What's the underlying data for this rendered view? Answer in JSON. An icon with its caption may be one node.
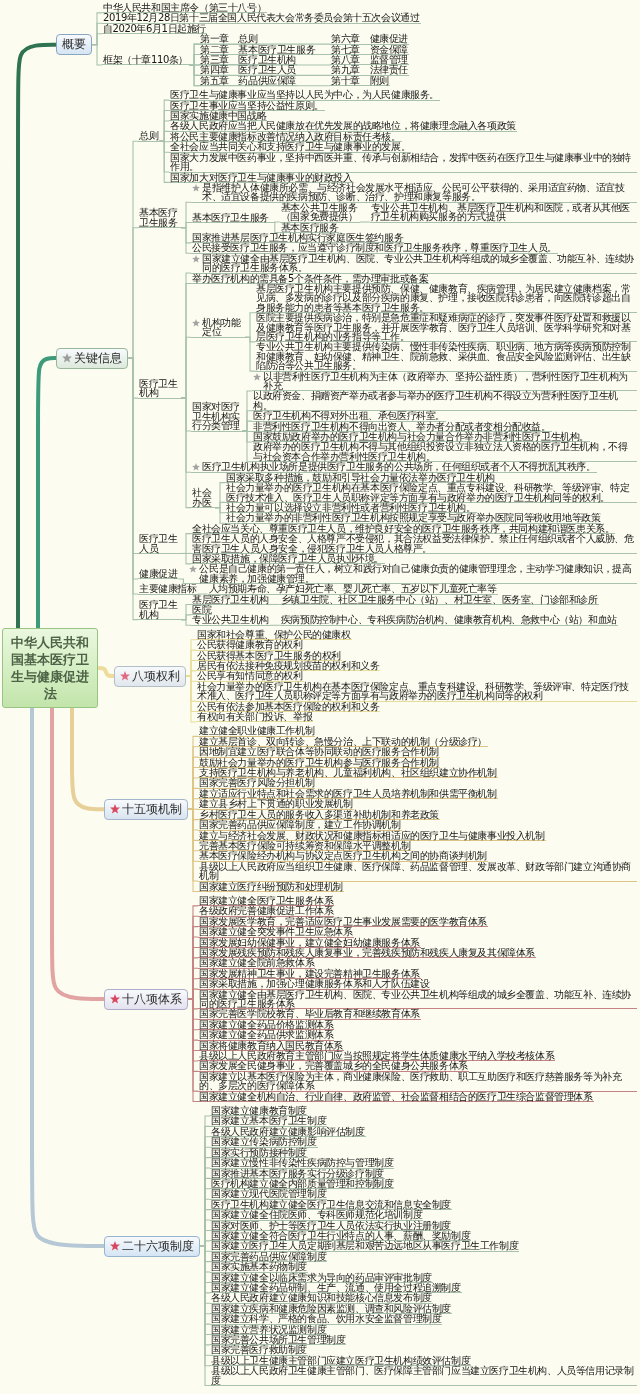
{
  "diagram": {
    "nodes": [
      {
        "text": [
          "中华人民共和国基本医疗卫生与健康促进法"
        ]
      },
      {
        "text": [
          "概要"
        ]
      },
      {
        "text": [
          "中华人民共和国主席令（第三十八号）"
        ]
      },
      {
        "text": [
          "2019年12月28日第十三届全国人民代表大会常务委员会第十五次会议通过"
        ]
      },
      {
        "text": [
          "自2020年6月1日起施行"
        ]
      },
      {
        "text": [
          "框架（十章110条）"
        ]
      },
      {
        "text": [
          "第一章　总则"
        ]
      },
      {
        "text": [
          "第二章　基本医疗卫生服务"
        ]
      },
      {
        "text": [
          "第三章　医疗卫生机构"
        ]
      },
      {
        "text": [
          "第四章　医疗卫生人员"
        ]
      },
      {
        "text": [
          "第五章　药品供应保障"
        ]
      },
      {
        "text": [
          "第六章　健康促进"
        ]
      },
      {
        "text": [
          "第七章　资金保障"
        ]
      },
      {
        "text": [
          "第八章　监督管理"
        ]
      },
      {
        "text": [
          "第九章　法律责任"
        ]
      },
      {
        "text": [
          "第十章　附则"
        ]
      },
      {
        "text": [
          "关键信息"
        ]
      },
      {
        "text": [
          "总则"
        ]
      },
      {
        "text": [
          "医疗卫生与健康事业应当坚持以人民为中心，为人民健康服务。"
        ]
      },
      {
        "text": [
          "医疗卫生事业应当坚持公益性原则。"
        ]
      },
      {
        "text": [
          "国家实施健康中国战略"
        ]
      },
      {
        "text": [
          "各级人民政府应当把人民健康放在优先发展的战略地位，将健康理念融入各项政策"
        ]
      },
      {
        "text": [
          "将公民主要健康指标改善情况纳入政府目标责任考核。"
        ]
      },
      {
        "text": [
          "全社会应当共同关心和支持医疗卫生与健康事业的发展。"
        ]
      },
      {
        "text": [
          "国家大力发展中医药事业，坚持中西医并重、传承与创新相结合，发挥中医药在医疗卫生与健康事业中的独特作用。"
        ]
      },
      {
        "text": [
          "国家加大对医疗卫生与健康事业的财政投入"
        ]
      },
      {
        "text": [
          "基本医疗卫生服务"
        ]
      },
      {
        "text": [
          "是指维护人体健康所必需、与经济社会发展水平相适应、公民可公平获得的、采用适宜药物、适宜技术、适宜设备提供的疾病预防、诊断、治疗、护理和康复等服务。"
        ]
      },
      {
        "text": [
          "基本医疗卫生服务"
        ]
      },
      {
        "text": [
          "基本公共卫生服务（国家免费提供）"
        ]
      },
      {
        "text": [
          "专业公共卫生机构、基层医疗卫生机构和医院，或者从其他医疗卫生机构购买服务的方式提供"
        ]
      },
      {
        "text": [
          "基本医疗服务"
        ]
      },
      {
        "text": [
          "国家推进基层医疗卫生机构实行家庭医生签约服务"
        ]
      },
      {
        "text": [
          "公民接受医疗卫生服务，应当遵守诊疗制度和医疗卫生服务秩序，尊重医疗卫生人员。"
        ]
      },
      {
        "text": [
          "医疗卫生机构"
        ]
      },
      {
        "text": [
          "国家建立健全由基层医疗卫生机构、医院、专业公共卫生机构等组成的城乡全覆盖、功能互补、连续协同的医疗卫生服务体系。"
        ]
      },
      {
        "text": [
          "举办医疗机构的需具备5个条件条件，需办理审批或备案"
        ]
      },
      {
        "text": [
          "机构功能定位"
        ]
      },
      {
        "text": [
          "基层医疗卫生机构主要提供预防、保健、健康教育、疾病管理，为居民建立健康档案，常见病、多发病的诊疗以及部分疾病的康复、护理，接收医院转诊患者，向医院转诊超出自身服务能力的患者等基本医疗卫生服务。"
        ]
      },
      {
        "text": [
          "医院主要提供疾病诊治，特别是急危重症和疑难病症的诊疗，突发事件医疗处置和救援以及健康教育等医疗卫生服务，并开展医学教育、医疗卫生人员培训、医学科学研究和对基层医疗卫生机构的业务指导等工作。"
        ]
      },
      {
        "text": [
          "专业公共卫生机构主要提供传染病、慢性非传染性疾病、职业病、地方病等疾病预防控制和健康教育、妇幼保健、精神卫生、院前急救、采供血、食品安全风险监测评估、出生缺陷防治等公共卫生服务。"
        ]
      },
      {
        "text": [
          "国家对医疗卫生机构实行分类管理"
        ]
      },
      {
        "text": [
          "以非营利性医疗卫生机构为主体（政府举办、坚持公益性质），营利性医疗卫生机构为补充"
        ]
      },
      {
        "text": [
          "以政府资金、捐赠资产举办或者参与举办的医疗卫生机构不得设立为营利性医疗卫生机构。"
        ]
      },
      {
        "text": [
          "医疗卫生机构不得对外出租、承包医疗科室。"
        ]
      },
      {
        "text": [
          "非营利性医疗卫生机构不得向出资人、举办者分配或者变相分配收益。"
        ]
      },
      {
        "text": [
          "国家鼓励政府举办的医疗卫生机构与社会力量合作举办非营利性医疗卫生机构。"
        ]
      },
      {
        "text": [
          "政府举办的医疗卫生机构不得与其他组织投资设立非独立法人资格的医疗卫生机构，不得与社会资本合作举办营利性医疗卫生机构。"
        ]
      },
      {
        "text": [
          "医疗卫生机构执业场所是提供医疗卫生服务的公共场所，任何组织或者个人不得扰乱其秩序。"
        ]
      },
      {
        "text": [
          "社会办医"
        ]
      },
      {
        "text": [
          "国家采取多种措施，鼓励和引导社会力量依法举办医疗卫生机构"
        ]
      },
      {
        "text": [
          "社会力量举办的医疗卫生机构在基本医疗保险定点、重点专科建设、科研教学、等级评审、特定医疗技术准入、医疗卫生人员职称评定等方面享有与政府举办的医疗卫生机构同等的权利。"
        ]
      },
      {
        "text": [
          "社会力量可以选择设立非营利性或者营利性医疗卫生机构。"
        ]
      },
      {
        "text": [
          "社会力量举办的非营利性医疗卫生机构按照规定享受与政府举办医院同等税收用地等政策"
        ]
      },
      {
        "text": [
          "医疗卫生人员"
        ]
      },
      {
        "text": [
          "全社会应当关心、尊重医疗卫生人员，维护良好安全的医疗卫生服务秩序，共同构建和谐医患关系。"
        ]
      },
      {
        "text": [
          "医疗卫生人员的人身安全、人格尊严不受侵犯，其合法权益受法律保护。禁止任何组织或者个人威胁、危害医疗卫生人员人身安全，侵犯医疗卫生人员人格尊严。"
        ]
      },
      {
        "text": [
          "国家采取措施，保障医疗卫生人员执业环境。"
        ]
      },
      {
        "text": [
          "健康促进"
        ]
      },
      {
        "text": [
          "公民是自己健康的第一责任人，树立和践行对自己健康负责的健康管理理念，主动学习健康知识，提高健康素养，加强健康管理。"
        ]
      },
      {
        "text": [
          "主要健康指标"
        ]
      },
      {
        "text": [
          "人均预期寿命、孕产妇死亡率、婴儿死亡率、五岁以下儿童死亡率等"
        ]
      },
      {
        "text": [
          "医疗卫生机构"
        ]
      },
      {
        "text": [
          "基层医疗卫生机构"
        ]
      },
      {
        "text": [
          "乡镇卫生院、社区卫生服务中心（站）、村卫生室、医务室、门诊部和诊所"
        ]
      },
      {
        "text": [
          "医院"
        ]
      },
      {
        "text": [
          "专业公共卫生机构"
        ]
      },
      {
        "text": [
          "疾病预防控制中心、专科疾病防治机构、健康教育机构、急救中心（站）和血站"
        ]
      },
      {
        "text": [
          "八项权利"
        ]
      },
      {
        "text": [
          "国家和社会尊重、保护公民的健康权"
        ]
      },
      {
        "text": [
          "公民获得健康教育的权利"
        ]
      },
      {
        "text": [
          "公民获得基本医疗卫生服务的权利"
        ]
      },
      {
        "text": [
          "居民有依法接种免疫规划疫苗的权利和义务"
        ]
      },
      {
        "text": [
          "公民享有知情同意的权利"
        ]
      },
      {
        "text": [
          "社会力量举办的医疗卫生机构在基本医疗保险定点、重点专科建设、科研教学、等级评审、特定医疗技术准入、医疗卫生人员职称评定等方面享有与政府举办的医疗卫生机构同等的权利"
        ]
      },
      {
        "text": [
          "公民有依法参加基本医疗保险的权利和义务"
        ]
      },
      {
        "text": [
          "有权向有关部门投诉、举报"
        ]
      },
      {
        "text": [
          "十五项机制"
        ]
      },
      {
        "text": [
          "建立健全职业健康工作机制"
        ]
      },
      {
        "text": [
          "建立基层首诊、双向转诊、急慢分治、上下联动的机制（分级诊疗）"
        ]
      },
      {
        "text": [
          "因地制宜建立医疗联合体等协同联动的医疗服务合作机制"
        ]
      },
      {
        "text": [
          "鼓励社会力量举办的医疗卫生机构参与医疗服务合作机制"
        ]
      },
      {
        "text": [
          "支持医疗卫生机构与养老机构、儿童福利机构、社区组织建立协作机制"
        ]
      },
      {
        "text": [
          "国家完善医疗风险分担机制"
        ]
      },
      {
        "text": [
          "建立适应行业特点和社会需求的医疗卫生人员培养机制和供需平衡机制"
        ]
      },
      {
        "text": [
          "建立县乡村上下贯通的职业发展机制"
        ]
      },
      {
        "text": [
          "乡村医疗卫生人员的服务收入多渠道补助机制和养老政策"
        ]
      },
      {
        "text": [
          "国家完善药品供应保障制度，建立工作协调机制"
        ]
      },
      {
        "text": [
          "建立与经济社会发展、财政状况和健康指标相适应的医疗卫生与健康事业投入机制"
        ]
      },
      {
        "text": [
          "完善基本医疗保险可持续筹资和保障水平调整机制"
        ]
      },
      {
        "text": [
          "基本医疗保险经办机构与协议定点医疗卫生机构之间的协商谈判机制"
        ]
      },
      {
        "text": [
          "县级以上人民政府应当组织卫生健康、医疗保障、药品监督管理、发展改革、财政等部门建立沟通协商机制"
        ]
      },
      {
        "text": [
          "国家建立医疗纠纷预防和处理机制"
        ]
      },
      {
        "text": [
          "十八项体系"
        ]
      },
      {
        "text": [
          "国家建立健全医疗卫生服务体系"
        ]
      },
      {
        "text": [
          "各级政府完善健康促进工作体系"
        ]
      },
      {
        "text": [
          "国家发展医学教育，完善适应医疗卫生事业发展需要的医学教育体系"
        ]
      },
      {
        "text": [
          "国家建立健全突发事件卫生应急体系"
        ]
      },
      {
        "text": [
          "国家发展妇幼保健事业，建立健全妇幼健康服务体系"
        ]
      },
      {
        "text": [
          "国家发展残疾预防和残疾人康复事业，完善残疾预防和残疾人康复及其保障体系"
        ]
      },
      {
        "text": [
          "国家建立健全院前急救体系"
        ]
      },
      {
        "text": [
          "国家发展精神卫生事业，建设完善精神卫生服务体系"
        ]
      },
      {
        "text": [
          "国家采取措施，加强心理健康服务体系和人才队伍建设"
        ]
      },
      {
        "text": [
          "国家建立健全由基层医疗卫生机构、医院、专业公共卫生机构等组成的城乡全覆盖、功能互补、连续协同的医疗卫生服务体系"
        ]
      },
      {
        "text": [
          "国家完善医学院校教育、毕业后教育和继续教育体系"
        ]
      },
      {
        "text": [
          "国家建立健全药品价格监测体系"
        ]
      },
      {
        "text": [
          "国家建立健全药品供求监测体系"
        ]
      },
      {
        "text": [
          "国家将健康教育纳入国民教育体系"
        ]
      },
      {
        "text": [
          "县级以上人民政府教育主管部门应当按照规定将学生体质健康水平纳入学校考核体系"
        ]
      },
      {
        "text": [
          "国家发展全民健身事业，完善覆盖城乡的全民健身公共服务体系"
        ]
      },
      {
        "text": [
          "国家建立以基本医疗保险为主体，商业健康保险、医疗救助、职工互助医疗和医疗慈善服务等为补充的、多层次的医疗保障体系"
        ]
      },
      {
        "text": [
          "国家建立健全机构自治、行业自律、政府监管、社会监督相结合的医疗卫生综合监督管理体系"
        ]
      },
      {
        "text": [
          "二十六项制度"
        ]
      },
      {
        "text": [
          "国家建立健康教育制度"
        ]
      },
      {
        "text": [
          "国家建立基本医疗卫生制度"
        ]
      },
      {
        "text": [
          "各级人民政府建立健康影响评估制度"
        ]
      },
      {
        "text": [
          "国家建立传染病防控制度"
        ]
      },
      {
        "text": [
          "国家实行预防接种制度"
        ]
      },
      {
        "text": [
          "国家建立慢性非传染性疾病防控与管理制度"
        ]
      },
      {
        "text": [
          "国家推进基本医疗服务实行分级诊疗制度"
        ]
      },
      {
        "text": [
          "医疗机构建立健全内部质量管理和控制制度"
        ]
      },
      {
        "text": [
          "国家建立现代医院管理制度"
        ]
      },
      {
        "text": [
          "医疗卫生机构建立健全医疗卫生信息交流和信息安全制度"
        ]
      },
      {
        "text": [
          "国家建立健全住院医师、专科医师规范化培训制度"
        ]
      },
      {
        "text": [
          "国家对医师、护士等医疗卫生人员依法实行执业注册制度"
        ]
      },
      {
        "text": [
          "国家建立健全符合医疗卫生行业特点的人事、薪酬、奖励制度"
        ]
      },
      {
        "text": [
          "国家建立医疗卫生人员定期到基层和艰苦边远地区从事医疗卫生工作制度"
        ]
      },
      {
        "text": [
          "国家完善药品供应保障制度"
        ]
      },
      {
        "text": [
          "国家实施基本药物制度"
        ]
      },
      {
        "text": [
          "国家建立健全以临床需求为导向的药品审评审批制度"
        ]
      },
      {
        "text": [
          "国家建立健全药品研制、生产、流通、使用全过程追溯制度"
        ]
      },
      {
        "text": [
          "各级人民政府建立健康知识和技能核心信息发布制度"
        ]
      },
      {
        "text": [
          "国家建立疾病和健康危险因素监测、调查和风险评估制度"
        ]
      },
      {
        "text": [
          "国家建立科学、严格的食品、饮用水安全监督管理制度"
        ]
      },
      {
        "text": [
          "国家建立营养状况监测制度"
        ]
      },
      {
        "text": [
          "国家完善公共场所卫生管理制度"
        ]
      },
      {
        "text": [
          "国家完善医疗救助制度"
        ]
      },
      {
        "text": [
          "县级以上卫生健康主管部门应建立医疗卫生机构绩效评估制度"
        ]
      },
      {
        "text": [
          "县级以上人民政府卫生健康主管部门、医疗保障主管部门应当建立医疗卫生机构、人员等信用记录制度"
        ]
      }
    ],
    "edges": [
      {
        "from": 0,
        "to": 1,
        "arrow": "none",
        "style": "thick",
        "color": "#2f7352"
      },
      {
        "from": 1,
        "to": 2,
        "arrow": "none"
      },
      {
        "from": 1,
        "to": 3,
        "arrow": "none"
      },
      {
        "from": 1,
        "to": 4,
        "arrow": "none"
      },
      {
        "from": 1,
        "to": 5,
        "arrow": "none"
      },
      {
        "from": 5,
        "to": 6,
        "arrow": "none"
      },
      {
        "from": 5,
        "to": 7,
        "arrow": "none"
      },
      {
        "from": 5,
        "to": 8,
        "arrow": "none"
      },
      {
        "from": 5,
        "to": 9,
        "arrow": "none"
      },
      {
        "from": 5,
        "to": 10,
        "arrow": "none"
      },
      {
        "from": 5,
        "to": 11,
        "arrow": "none"
      },
      {
        "from": 5,
        "to": 12,
        "arrow": "none"
      },
      {
        "from": 5,
        "to": 13,
        "arrow": "none"
      },
      {
        "from": 5,
        "to": 14,
        "arrow": "none"
      },
      {
        "from": 5,
        "to": 15,
        "arrow": "none"
      },
      {
        "from": 0,
        "to": 16,
        "arrow": "none",
        "style": "thick",
        "color": "#3d9b7b"
      },
      {
        "from": 16,
        "to": 17,
        "arrow": "none"
      },
      {
        "from": 17,
        "to": 18,
        "arrow": "none"
      },
      {
        "from": 17,
        "to": 19,
        "arrow": "none"
      },
      {
        "from": 17,
        "to": 20,
        "arrow": "none"
      },
      {
        "from": 17,
        "to": 21,
        "arrow": "none"
      },
      {
        "from": 17,
        "to": 22,
        "arrow": "none"
      },
      {
        "from": 17,
        "to": 23,
        "arrow": "none"
      },
      {
        "from": 17,
        "to": 24,
        "arrow": "none"
      },
      {
        "from": 17,
        "to": 25,
        "arrow": "none"
      },
      {
        "from": 16,
        "to": 26,
        "arrow": "none"
      },
      {
        "from": 26,
        "to": 27,
        "arrow": "none"
      },
      {
        "from": 26,
        "to": 28,
        "arrow": "none"
      },
      {
        "from": 28,
        "to": 29,
        "arrow": "none"
      },
      {
        "from": 29,
        "to": 30,
        "arrow": "none"
      },
      {
        "from": 28,
        "to": 31,
        "arrow": "none"
      },
      {
        "from": 26,
        "to": 32,
        "arrow": "none"
      },
      {
        "from": 26,
        "to": 33,
        "arrow": "none"
      },
      {
        "from": 16,
        "to": 34,
        "arrow": "none"
      },
      {
        "from": 34,
        "to": 35,
        "arrow": "none"
      },
      {
        "from": 34,
        "to": 36,
        "arrow": "none"
      },
      {
        "from": 34,
        "to": 37,
        "arrow": "none"
      },
      {
        "from": 37,
        "to": 38,
        "arrow": "none"
      },
      {
        "from": 37,
        "to": 39,
        "arrow": "none"
      },
      {
        "from": 37,
        "to": 40,
        "arrow": "none"
      },
      {
        "from": 34,
        "to": 41,
        "arrow": "none"
      },
      {
        "from": 41,
        "to": 42,
        "arrow": "none"
      },
      {
        "from": 41,
        "to": 43,
        "arrow": "none"
      },
      {
        "from": 41,
        "to": 44,
        "arrow": "none"
      },
      {
        "from": 41,
        "to": 45,
        "arrow": "none"
      },
      {
        "from": 41,
        "to": 46,
        "arrow": "none"
      },
      {
        "from": 41,
        "to": 47,
        "arrow": "none"
      },
      {
        "from": 34,
        "to": 48,
        "arrow": "none"
      },
      {
        "from": 34,
        "to": 49,
        "arrow": "none"
      },
      {
        "from": 49,
        "to": 50,
        "arrow": "none"
      },
      {
        "from": 49,
        "to": 51,
        "arrow": "none"
      },
      {
        "from": 49,
        "to": 52,
        "arrow": "none"
      },
      {
        "from": 49,
        "to": 53,
        "arrow": "none"
      },
      {
        "from": 16,
        "to": 54,
        "arrow": "none"
      },
      {
        "from": 54,
        "to": 55,
        "arrow": "none"
      },
      {
        "from": 54,
        "to": 56,
        "arrow": "none"
      },
      {
        "from": 54,
        "to": 57,
        "arrow": "none"
      },
      {
        "from": 16,
        "to": 58,
        "arrow": "none"
      },
      {
        "from": 58,
        "to": 59,
        "arrow": "none"
      },
      {
        "from": 16,
        "to": 60,
        "arrow": "none"
      },
      {
        "from": 60,
        "to": 61,
        "arrow": "none"
      },
      {
        "from": 16,
        "to": 62,
        "arrow": "none"
      },
      {
        "from": 62,
        "to": 63,
        "arrow": "none"
      },
      {
        "from": 63,
        "to": 64,
        "arrow": "none"
      },
      {
        "from": 62,
        "to": 65,
        "arrow": "none"
      },
      {
        "from": 62,
        "to": 66,
        "arrow": "none"
      },
      {
        "from": 66,
        "to": 67,
        "arrow": "none"
      },
      {
        "from": 0,
        "to": 68,
        "arrow": "none",
        "style": "thick",
        "color": "#eddc9c"
      },
      {
        "from": 68,
        "to": 69,
        "arrow": "none",
        "color": "#e8dc9a"
      },
      {
        "from": 68,
        "to": 70,
        "arrow": "none",
        "color": "#e8dc9a"
      },
      {
        "from": 68,
        "to": 71,
        "arrow": "none",
        "color": "#e8dc9a"
      },
      {
        "from": 68,
        "to": 72,
        "arrow": "none",
        "color": "#e8dc9a"
      },
      {
        "from": 68,
        "to": 73,
        "arrow": "none",
        "color": "#e8dc9a"
      },
      {
        "from": 68,
        "to": 74,
        "arrow": "none",
        "color": "#e8dc9a"
      },
      {
        "from": 68,
        "to": 75,
        "arrow": "none",
        "color": "#e8dc9a"
      },
      {
        "from": 68,
        "to": 76,
        "arrow": "none",
        "color": "#e8dc9a"
      },
      {
        "from": 0,
        "to": 77,
        "arrow": "none",
        "style": "thick",
        "color": "#e6d098"
      },
      {
        "from": 77,
        "to": 78,
        "arrow": "none",
        "color": "#dcc487"
      },
      {
        "from": 77,
        "to": 79,
        "arrow": "none",
        "color": "#dcc487"
      },
      {
        "from": 77,
        "to": 80,
        "arrow": "none",
        "color": "#dcc487"
      },
      {
        "from": 77,
        "to": 81,
        "arrow": "none",
        "color": "#dcc487"
      },
      {
        "from": 77,
        "to": 82,
        "arrow": "none",
        "color": "#dcc487"
      },
      {
        "from": 77,
        "to": 83,
        "arrow": "none",
        "color": "#dcc487"
      },
      {
        "from": 77,
        "to": 84,
        "arrow": "none",
        "color": "#dcc487"
      },
      {
        "from": 77,
        "to": 85,
        "arrow": "none",
        "color": "#dcc487"
      },
      {
        "from": 77,
        "to": 86,
        "arrow": "none",
        "color": "#dcc487"
      },
      {
        "from": 77,
        "to": 87,
        "arrow": "none",
        "color": "#dcc487"
      },
      {
        "from": 77,
        "to": 88,
        "arrow": "none",
        "color": "#dcc487"
      },
      {
        "from": 77,
        "to": 89,
        "arrow": "none",
        "color": "#dcc487"
      },
      {
        "from": 77,
        "to": 90,
        "arrow": "none",
        "color": "#dcc487"
      },
      {
        "from": 77,
        "to": 91,
        "arrow": "none",
        "color": "#dcc487"
      },
      {
        "from": 77,
        "to": 92,
        "arrow": "none",
        "color": "#dcc487"
      },
      {
        "from": 0,
        "to": 93,
        "arrow": "none",
        "style": "thick",
        "color": "#e2a3a3"
      },
      {
        "from": 93,
        "to": 94,
        "arrow": "none",
        "color": "#c48484"
      },
      {
        "from": 93,
        "to": 95,
        "arrow": "none",
        "color": "#c48484"
      },
      {
        "from": 93,
        "to": 96,
        "arrow": "none",
        "color": "#c48484"
      },
      {
        "from": 93,
        "to": 97,
        "arrow": "none",
        "color": "#c48484"
      },
      {
        "from": 93,
        "to": 98,
        "arrow": "none",
        "color": "#c48484"
      },
      {
        "from": 93,
        "to": 99,
        "arrow": "none",
        "color": "#c48484"
      },
      {
        "from": 93,
        "to": 100,
        "arrow": "none",
        "color": "#c48484"
      },
      {
        "from": 93,
        "to": 101,
        "arrow": "none",
        "color": "#c48484"
      },
      {
        "from": 93,
        "to": 102,
        "arrow": "none",
        "color": "#c48484"
      },
      {
        "from": 93,
        "to": 103,
        "arrow": "none",
        "color": "#c48484"
      },
      {
        "from": 93,
        "to": 104,
        "arrow": "none",
        "color": "#c48484"
      },
      {
        "from": 93,
        "to": 105,
        "arrow": "none",
        "color": "#c48484"
      },
      {
        "from": 93,
        "to": 106,
        "arrow": "none",
        "color": "#c48484"
      },
      {
        "from": 93,
        "to": 107,
        "arrow": "none",
        "color": "#c48484"
      },
      {
        "from": 93,
        "to": 108,
        "arrow": "none",
        "color": "#c48484"
      },
      {
        "from": 93,
        "to": 109,
        "arrow": "none",
        "color": "#c48484"
      },
      {
        "from": 93,
        "to": 110,
        "arrow": "none",
        "color": "#c48484"
      },
      {
        "from": 93,
        "to": 111,
        "arrow": "none",
        "color": "#c48484"
      },
      {
        "from": 0,
        "to": 112,
        "arrow": "none",
        "style": "thick",
        "color": "#b6c8d6"
      },
      {
        "from": 112,
        "to": 113,
        "arrow": "none"
      },
      {
        "from": 112,
        "to": 114,
        "arrow": "none"
      },
      {
        "from": 112,
        "to": 115,
        "arrow": "none"
      },
      {
        "from": 112,
        "to": 116,
        "arrow": "none"
      },
      {
        "from": 112,
        "to": 117,
        "arrow": "none"
      },
      {
        "from": 112,
        "to": 118,
        "arrow": "none"
      },
      {
        "from": 112,
        "to": 119,
        "arrow": "none"
      },
      {
        "from": 112,
        "to": 120,
        "arrow": "none"
      },
      {
        "from": 112,
        "to": 121,
        "arrow": "none"
      },
      {
        "from": 112,
        "to": 122,
        "arrow": "none"
      },
      {
        "from": 112,
        "to": 123,
        "arrow": "none"
      },
      {
        "from": 112,
        "to": 124,
        "arrow": "none"
      },
      {
        "from": 112,
        "to": 125,
        "arrow": "none"
      },
      {
        "from": 112,
        "to": 126,
        "arrow": "none"
      },
      {
        "from": 112,
        "to": 127,
        "arrow": "none"
      },
      {
        "from": 112,
        "to": 128,
        "arrow": "none"
      },
      {
        "from": 112,
        "to": 129,
        "arrow": "none"
      },
      {
        "from": 112,
        "to": 130,
        "arrow": "none"
      },
      {
        "from": 112,
        "to": 131,
        "arrow": "none"
      },
      {
        "from": 112,
        "to": 132,
        "arrow": "none"
      },
      {
        "from": 112,
        "to": 133,
        "arrow": "none"
      },
      {
        "from": 112,
        "to": 134,
        "arrow": "none"
      },
      {
        "from": 112,
        "to": 135,
        "arrow": "none"
      },
      {
        "from": 112,
        "to": 136,
        "arrow": "none"
      },
      {
        "from": 112,
        "to": 137,
        "arrow": "none"
      },
      {
        "from": 112,
        "to": 138,
        "arrow": "none"
      }
    ]
  }
}
